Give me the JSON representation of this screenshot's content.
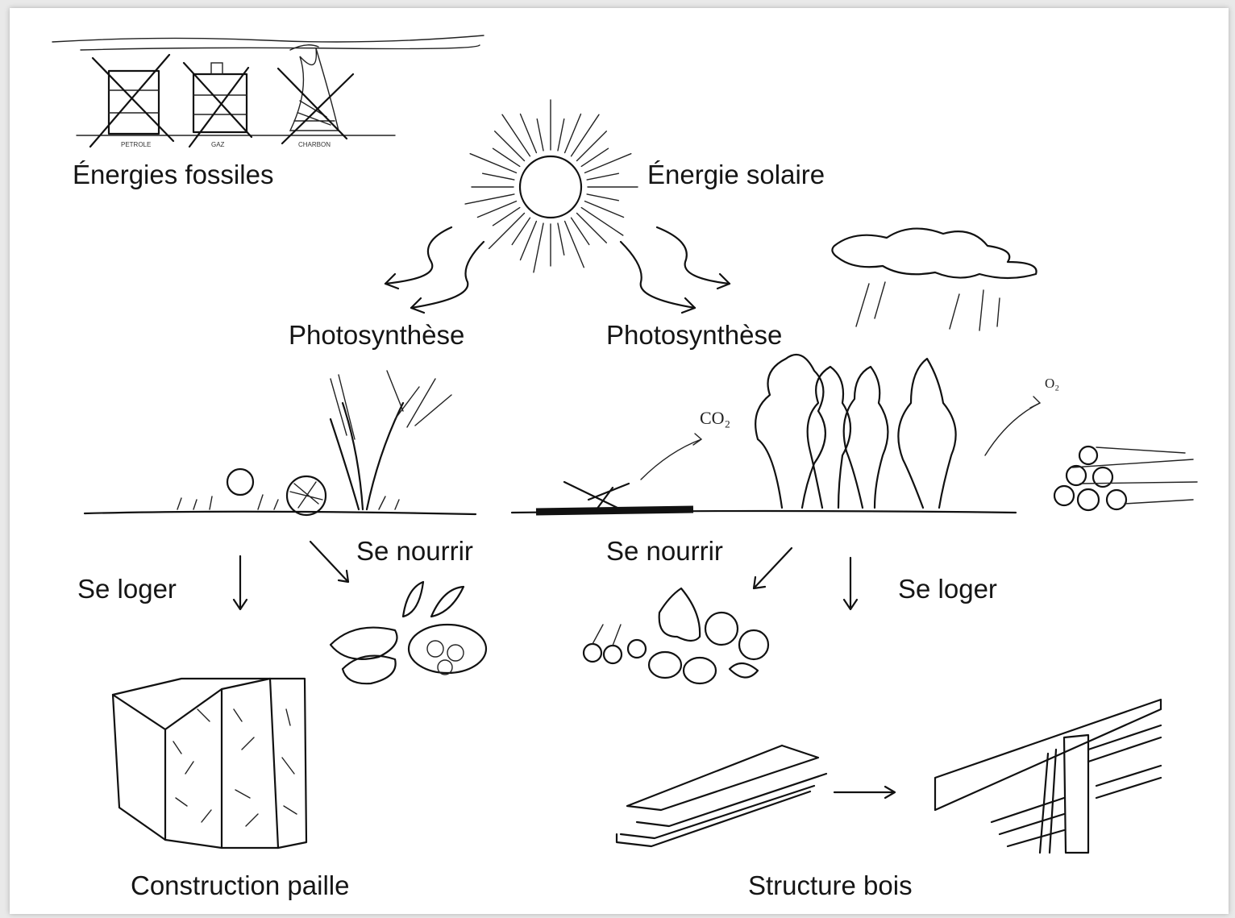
{
  "labels": {
    "fossil": "Énergies fossiles",
    "solar": "Énergie solaire",
    "photosynthesis_left": "Photosynthèse",
    "photosynthesis_right": "Photosynthèse",
    "feed_left": "Se nourrir",
    "feed_right": "Se nourrir",
    "house_left": "Se loger",
    "house_right": "Se loger",
    "straw": "Construction paille",
    "wood": "Structure bois",
    "co2": "CO₂",
    "o2": "O₂"
  },
  "fossil_items": [
    "PETROLE",
    "GAZ",
    "CHARBON"
  ]
}
